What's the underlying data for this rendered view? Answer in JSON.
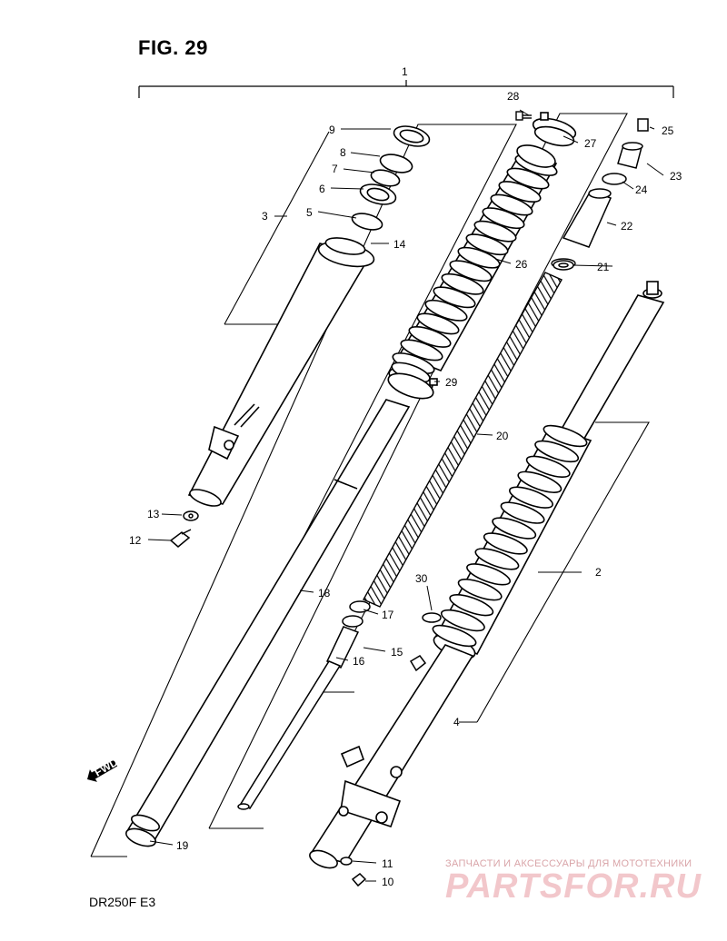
{
  "figure": {
    "title": "FIG. 29",
    "model": "DR250F  E3"
  },
  "callouts": [
    {
      "id": "1",
      "label": "1"
    },
    {
      "id": "2",
      "label": "2"
    },
    {
      "id": "3",
      "label": "3"
    },
    {
      "id": "4",
      "label": "4"
    },
    {
      "id": "5",
      "label": "5"
    },
    {
      "id": "6",
      "label": "6"
    },
    {
      "id": "7",
      "label": "7"
    },
    {
      "id": "8",
      "label": "8"
    },
    {
      "id": "9",
      "label": "9"
    },
    {
      "id": "10",
      "label": "10"
    },
    {
      "id": "11",
      "label": "11"
    },
    {
      "id": "12",
      "label": "12"
    },
    {
      "id": "13",
      "label": "13"
    },
    {
      "id": "14",
      "label": "14"
    },
    {
      "id": "15",
      "label": "15"
    },
    {
      "id": "16",
      "label": "16"
    },
    {
      "id": "17",
      "label": "17"
    },
    {
      "id": "18",
      "label": "18"
    },
    {
      "id": "19",
      "label": "19"
    },
    {
      "id": "20",
      "label": "20"
    },
    {
      "id": "21",
      "label": "21"
    },
    {
      "id": "22",
      "label": "22"
    },
    {
      "id": "23",
      "label": "23"
    },
    {
      "id": "24",
      "label": "24"
    },
    {
      "id": "25",
      "label": "25"
    },
    {
      "id": "26",
      "label": "26"
    },
    {
      "id": "27",
      "label": "27"
    },
    {
      "id": "28",
      "label": "28"
    },
    {
      "id": "29",
      "label": "29"
    },
    {
      "id": "30",
      "label": "30"
    }
  ],
  "fwd_marker": "FWD",
  "watermark": {
    "tagline": "ЗАПЧАСТИ И АКСЕССУАРЫ ДЛЯ МОТОТЕХНИКИ",
    "logo": "PARTSFOR.RU"
  },
  "colors": {
    "line": "#000000",
    "watermark": "#e8a6ad"
  }
}
